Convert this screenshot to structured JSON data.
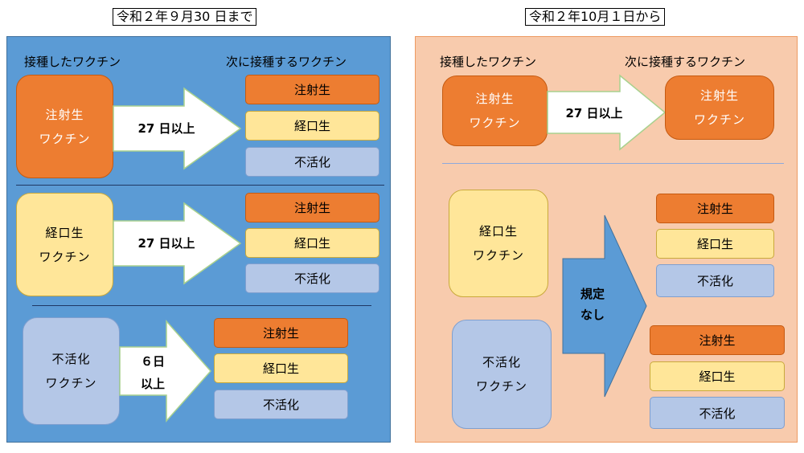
{
  "titles": {
    "left": "令和２年９月30 日まで",
    "right": "令和２年10月１日から"
  },
  "headers": {
    "received": "接種したワクチン",
    "next": "次に接種するワクチン"
  },
  "vaccines": {
    "injection": "注射生",
    "oral": "経口生",
    "inactivated": "不活化"
  },
  "source_labels": {
    "injection_line1": "注射生",
    "oral_line1": "経口生",
    "inactivated_line1": "不活化",
    "line2": "ワクチン"
  },
  "intervals": {
    "days27": "27 日以上",
    "days6_line1": "６日",
    "days6_line2": "以上",
    "none_line1": "規定",
    "none_line2": "なし"
  },
  "colors": {
    "left_panel": "#5b9bd5",
    "right_panel": "#f8cbad",
    "injection": "#ed7d31",
    "oral": "#ffe699",
    "inactivated": "#b4c7e7",
    "arrow_blue": "#5b9bd5"
  }
}
